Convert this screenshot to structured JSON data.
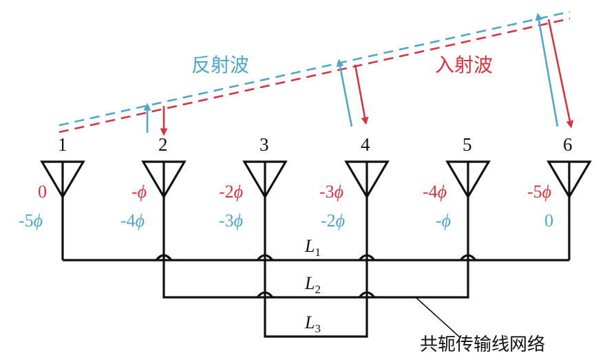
{
  "waves": {
    "reflected_label": "反射波",
    "incident_label": "入射波",
    "reflected_color": "#4ea6c9",
    "incident_color": "#d6333f"
  },
  "antennas": [
    {
      "number": "1",
      "incident_phase": "0",
      "reflected_phase_coef": "-5",
      "reflected_phase_symbol": "ϕ"
    },
    {
      "number": "2",
      "incident_phase_coef": "-",
      "incident_phase_symbol": "ϕ",
      "reflected_phase_coef": "-4",
      "reflected_phase_symbol": "ϕ"
    },
    {
      "number": "3",
      "incident_phase_coef": "-2",
      "incident_phase_symbol": "ϕ",
      "reflected_phase_coef": "-3",
      "reflected_phase_symbol": "ϕ"
    },
    {
      "number": "4",
      "incident_phase_coef": "-3",
      "incident_phase_symbol": "ϕ",
      "reflected_phase_coef": "-2",
      "reflected_phase_symbol": "ϕ"
    },
    {
      "number": "5",
      "incident_phase_coef": "-4",
      "incident_phase_symbol": "ϕ",
      "reflected_phase_coef": "-",
      "reflected_phase_symbol": "ϕ"
    },
    {
      "number": "6",
      "incident_phase_coef": "-5",
      "incident_phase_symbol": "ϕ",
      "reflected_phase": "0"
    }
  ],
  "lines": [
    {
      "main": "L",
      "sub": "1"
    },
    {
      "main": "L",
      "sub": "2"
    },
    {
      "main": "L",
      "sub": "3"
    }
  ],
  "network_label": "共轭传输线网络"
}
